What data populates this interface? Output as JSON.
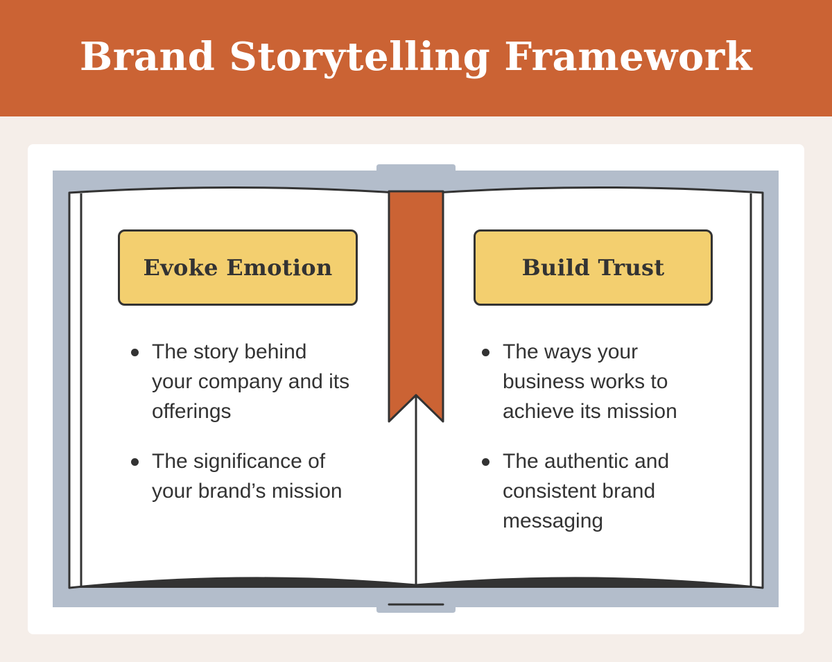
{
  "title": "Brand Storytelling Framework",
  "colors": {
    "header": "#cb6334",
    "background": "#f5eee9",
    "book_cover": "#b3bdcb",
    "ribbon": "#cb6334",
    "tag": "#f3cf6f",
    "ink": "#333333"
  },
  "left_page": {
    "heading": "Evoke Emotion",
    "points": [
      "The story behind your company and its offerings",
      "The significance of your brand’s mission"
    ]
  },
  "right_page": {
    "heading": "Build Trust",
    "points": [
      "The ways your business works to achieve its mission",
      "The authentic and consistent brand messaging"
    ]
  }
}
